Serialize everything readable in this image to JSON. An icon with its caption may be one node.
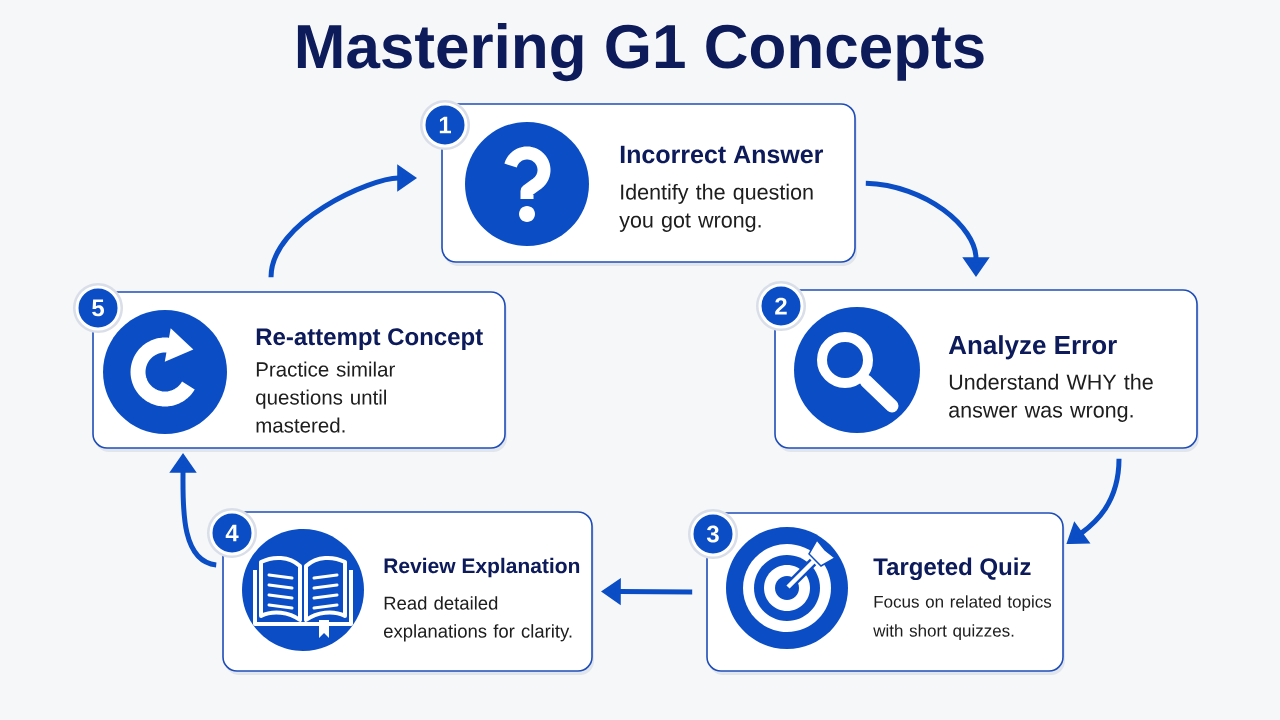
{
  "diagram": {
    "title": "Mastering G1 Concepts",
    "nodes": [
      {
        "text": [
          "1"
        ]
      },
      {
        "text": [
          "Incorrect Answer",
          "Identify the question you got wrong."
        ]
      },
      {
        "text": [
          "2"
        ]
      },
      {
        "text": [
          "Analyze Error",
          "Understand WHY the answer was wrong."
        ]
      },
      {
        "text": [
          "3"
        ]
      },
      {
        "text": [
          "Targeted Quiz",
          "Focus on related topics with short quizzes."
        ]
      },
      {
        "text": [
          "4"
        ]
      },
      {
        "text": [
          "Review Explanation",
          "Read detailed explanations for clarity."
        ]
      },
      {
        "text": [
          "5"
        ]
      },
      {
        "text": [
          "Re-attempt Concept",
          "Practice similar questions until mastered."
        ]
      }
    ],
    "edges": [
      {
        "from": 1,
        "to": 3,
        "arrow": "to"
      },
      {
        "from": 3,
        "to": 5,
        "arrow": "to"
      },
      {
        "from": 5,
        "to": 7,
        "arrow": "to"
      },
      {
        "from": 7,
        "to": 9,
        "arrow": "to"
      },
      {
        "from": 9,
        "to": 1,
        "arrow": "to"
      }
    ]
  }
}
